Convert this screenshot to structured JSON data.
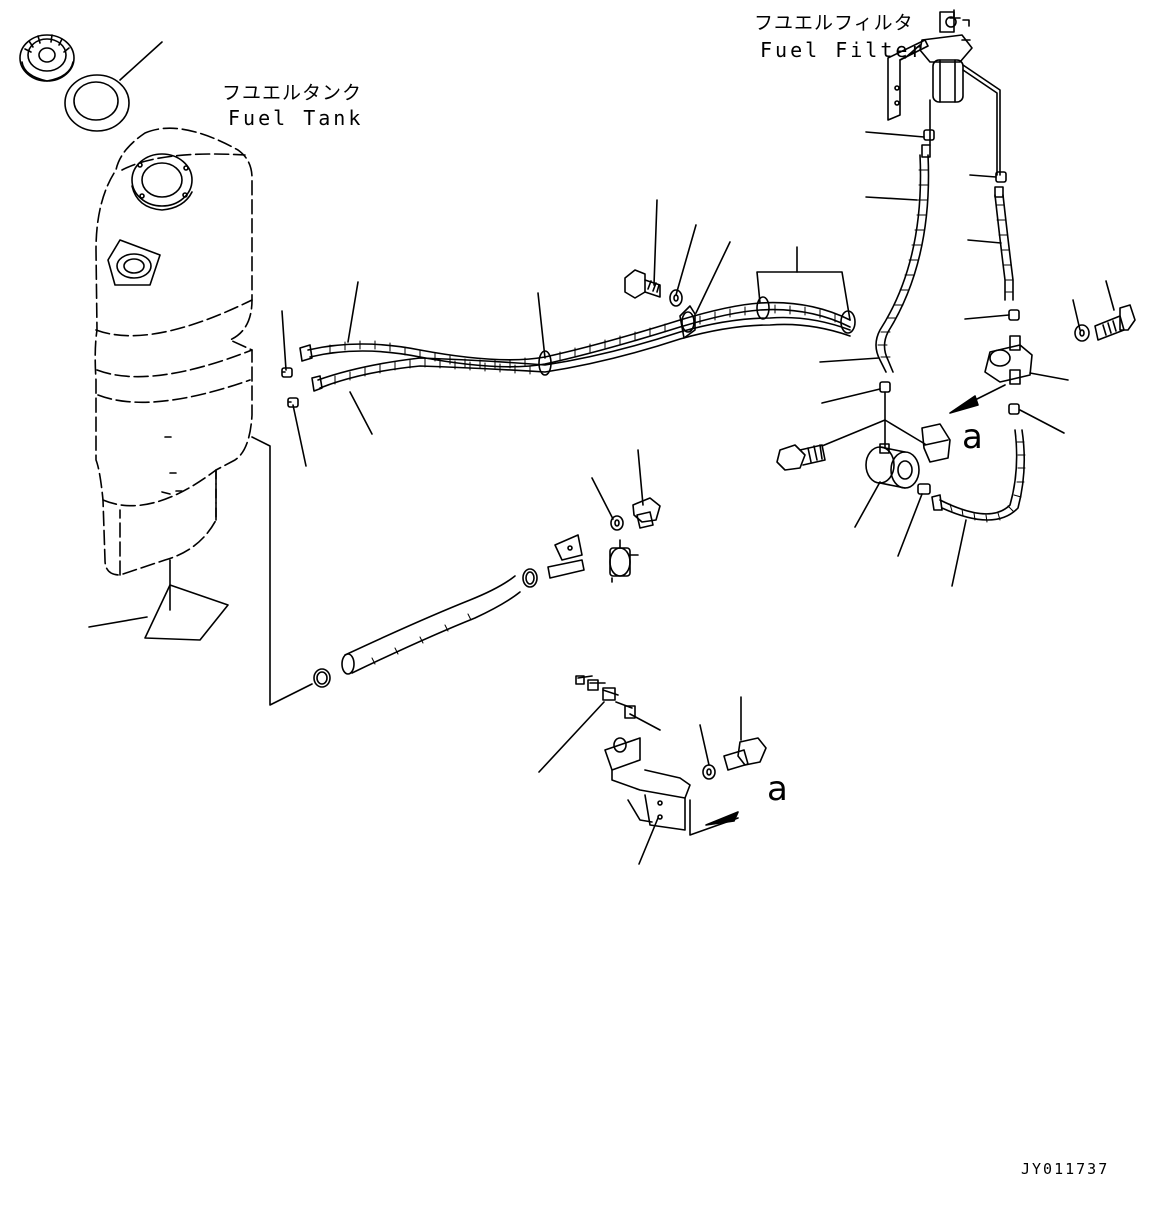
{
  "labels": {
    "fuel_tank_jp": "フユエルタンク",
    "fuel_tank_en": "Fuel Tank",
    "fuel_filter_jp": "フユエルフィルタ",
    "fuel_filter_en": "Fuel Filter",
    "view_a_1": "a",
    "view_a_2": "a",
    "drawing_code": "JY011737"
  },
  "colors": {
    "line": "#000000",
    "background": "#ffffff"
  }
}
